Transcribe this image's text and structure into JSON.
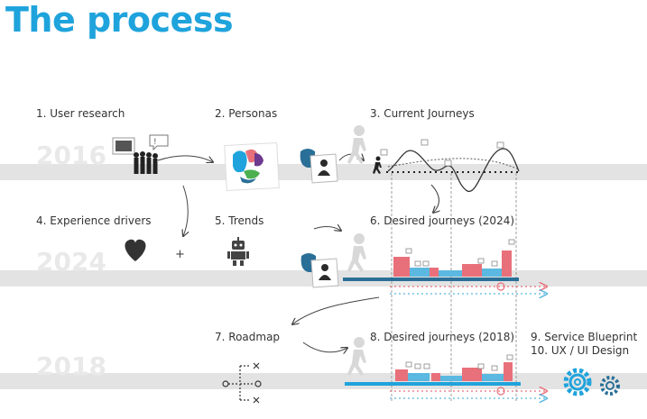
{
  "title": "The process",
  "years": [
    "2016",
    "2024",
    "2018"
  ],
  "steps": [
    "1. User research",
    "2. Personas",
    "3. Current Journeys",
    "4. Experience drivers",
    "5. Trends",
    "6. Desired journeys (2024)",
    "7. Roadmap",
    "8. Desired journeys (2018)",
    "9. Service Blueprint",
    "10. UX / UI Design"
  ],
  "plus": "+",
  "colors": {
    "accent": "#1fa3dc",
    "band": "#e3e3e3",
    "year_text": "#e9e9e9",
    "bar_red": "#e8707a",
    "bar_blue": "#5bb8e0",
    "dark_blue": "#2a6f97",
    "icon_dark": "#2b2b2b"
  },
  "icons": [
    "group-icon",
    "speech-bubble-icon",
    "persona-blob-icon",
    "persona-card-icon",
    "walking-person-icon",
    "heart-icon",
    "robot-icon",
    "roadmap-tree-icon",
    "gears-icon"
  ]
}
